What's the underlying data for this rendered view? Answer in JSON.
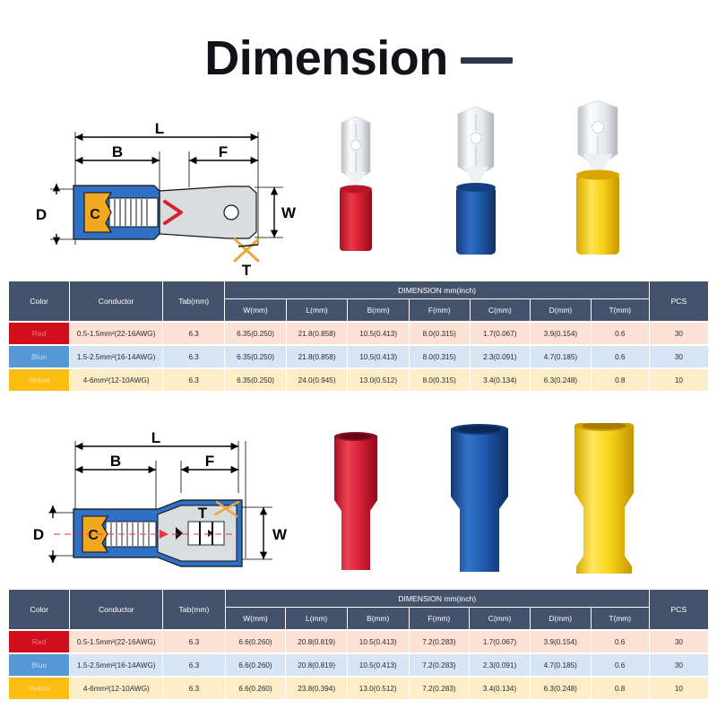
{
  "header": {
    "title": "Dimension",
    "dash": "—"
  },
  "diagrams": [
    {
      "name": "male-spade-terminal-diagram",
      "labels": {
        "L": "L",
        "B": "B",
        "F": "F",
        "D": "D",
        "C": "C",
        "W": "W",
        "T": "T"
      }
    },
    {
      "name": "female-spade-terminal-diagram",
      "labels": {
        "L": "L",
        "B": "B",
        "F": "F",
        "D": "D",
        "C": "C",
        "W": "W",
        "T": "T"
      }
    }
  ],
  "photos": {
    "male_row": [
      {
        "color_name": "Red",
        "hex": "#e0263a"
      },
      {
        "color_name": "Blue",
        "hex": "#1e56a8"
      },
      {
        "color_name": "Yellow",
        "hex": "#f6cf1a"
      }
    ],
    "female_row": [
      {
        "color_name": "Red",
        "hex": "#e02a46"
      },
      {
        "color_name": "Blue",
        "hex": "#1f57ab"
      },
      {
        "color_name": "Yellow",
        "hex": "#f7d416"
      }
    ]
  },
  "tables": [
    {
      "id": "male-terminal-spec-table",
      "headers": {
        "color": "Color",
        "conductor": "Conductor",
        "tab": "Tab(mm)",
        "dimension_group": "DIMENSION mm(inch)",
        "sub": [
          "W(mm)",
          "L(mm)",
          "B(mm)",
          "F(mm)",
          "C(mm)",
          "D(mm)",
          "T(mm)"
        ],
        "pcs": "PCS"
      },
      "rows": [
        {
          "color": "Red",
          "swatch_hex": "#d10f1c",
          "conductor": "0.5-1.5mm²(22-16AWG)",
          "tab": "6.3",
          "w": "6.35(0.250)",
          "l": "21.8(0.858)",
          "b": "10.5(0.413)",
          "f": "8.0(0.315)",
          "c": "1.7(0.067)",
          "d": "3.9(0.154)",
          "t": "0.6",
          "pcs": "30"
        },
        {
          "color": "Blue",
          "swatch_hex": "#5697d6",
          "conductor": "1.5-2.5mm²(16-14AWG)",
          "tab": "6.3",
          "w": "6.35(0.250)",
          "l": "21.8(0.858)",
          "b": "10.5(0.413)",
          "f": "8.0(0.315)",
          "c": "2.3(0.091)",
          "d": "4.7(0.185)",
          "t": "0.6",
          "pcs": "30"
        },
        {
          "color": "Yellow",
          "swatch_hex": "#fcbd13",
          "conductor": "4-6mm²(12-10AWG)",
          "tab": "6.3",
          "w": "6.35(0.250)",
          "l": "24.0(0.945)",
          "b": "13.0(0.512)",
          "f": "8.0(0.315)",
          "c": "3.4(0.134)",
          "d": "6.3(0.248)",
          "t": "0.8",
          "pcs": "10"
        }
      ]
    },
    {
      "id": "female-terminal-spec-table",
      "headers": {
        "color": "Color",
        "conductor": "Conductor",
        "tab": "Tab(mm)",
        "dimension_group": "DIMENSION mm(inch)",
        "sub": [
          "W(mm)",
          "L(mm)",
          "B(mm)",
          "F(mm)",
          "C(mm)",
          "D(mm)",
          "T(mm)"
        ],
        "pcs": "PCS"
      },
      "rows": [
        {
          "color": "Red",
          "swatch_hex": "#d10f1c",
          "conductor": "0.5-1.5mm²(22-16AWG)",
          "tab": "6.3",
          "w": "6.6(0.260)",
          "l": "20.8(0.819)",
          "b": "10.5(0.413)",
          "f": "7.2(0.283)",
          "c": "1.7(0.067)",
          "d": "3.9(0.154)",
          "t": "0.6",
          "pcs": "30"
        },
        {
          "color": "Blue",
          "swatch_hex": "#5697d6",
          "conductor": "1.5-2.5mm²(16-14AWG)",
          "tab": "6.3",
          "w": "6.6(0.260)",
          "l": "20.8(0.819)",
          "b": "10.5(0.413)",
          "f": "7.2(0.283)",
          "c": "2.3(0.091)",
          "d": "4.7(0.185)",
          "t": "0.6",
          "pcs": "30"
        },
        {
          "color": "Yellow",
          "swatch_hex": "#fcbd13",
          "conductor": "4-6mm²(12-10AWG)",
          "tab": "6.3",
          "w": "6.6(0.260)",
          "l": "23.8(0.394)",
          "b": "13.0(0.512)",
          "f": "7.2(0.283)",
          "c": "3.4(0.134)",
          "d": "6.3(0.248)",
          "t": "0.8",
          "pcs": "10"
        }
      ]
    }
  ],
  "colors": {
    "header_bg": "#44536b",
    "row_red": "#fbe2d4",
    "row_blue": "#d7e4f3",
    "row_yellow": "#fdeec9",
    "title": "#111318",
    "dash": "#2d3748"
  }
}
